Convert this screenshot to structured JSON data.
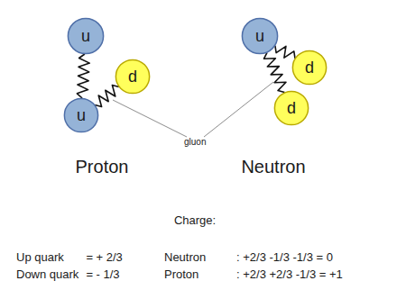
{
  "diagram": {
    "nodes": [
      {
        "text": [
          "Proton"
        ]
      },
      {
        "text": [
          "u"
        ],
        "in": 0
      },
      {
        "text": [
          "d"
        ],
        "in": 0
      },
      {
        "text": [
          "u"
        ],
        "in": 0
      },
      {
        "text": [
          "Neutron"
        ]
      },
      {
        "text": [
          "u"
        ],
        "in": 4
      },
      {
        "text": [
          "d"
        ],
        "in": 4
      },
      {
        "text": [
          "d"
        ],
        "in": 4
      }
    ],
    "edges": [
      {
        "from": 1,
        "to": 3,
        "arrow": "none"
      },
      {
        "from": 3,
        "to": 2,
        "arrow": "none"
      },
      {
        "from": 5,
        "to": 7,
        "arrow": "none"
      },
      {
        "from": 5,
        "to": 6,
        "arrow": "none"
      }
    ],
    "labels": [
      "gluon",
      "Charge:",
      "Up quark",
      "= + 2/3",
      "Down quark",
      "= - 1/3",
      "Neutron",
      ": +2/3 -1/3 -1/3 = 0",
      "Proton",
      ": +2/3 +2/3 -1/3 = +1"
    ]
  }
}
